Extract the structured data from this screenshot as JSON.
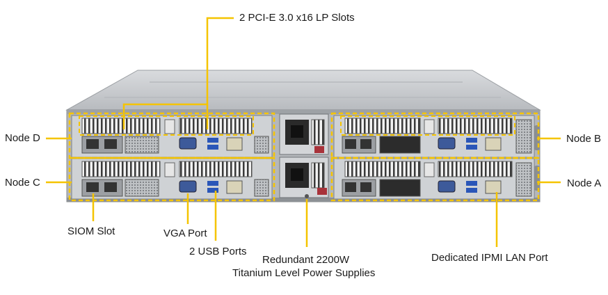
{
  "callouts": {
    "pcie": "2 PCI-E 3.0 x16 LP Slots",
    "node_d": "Node D",
    "node_c": "Node C",
    "node_b": "Node B",
    "node_a": "Node A",
    "siom": "SIOM Slot",
    "vga": "VGA Port",
    "usb": "2 USB Ports",
    "psu_line1": "Redundant 2200W",
    "psu_line2": "Titanium Level Power Supplies",
    "ipmi": "Dedicated IPMI LAN Port"
  },
  "colors": {
    "callout": "#f5c400",
    "chassis": "#c9ccd0",
    "chassis_dark": "#8f9398",
    "text": "#1a1a1a"
  }
}
